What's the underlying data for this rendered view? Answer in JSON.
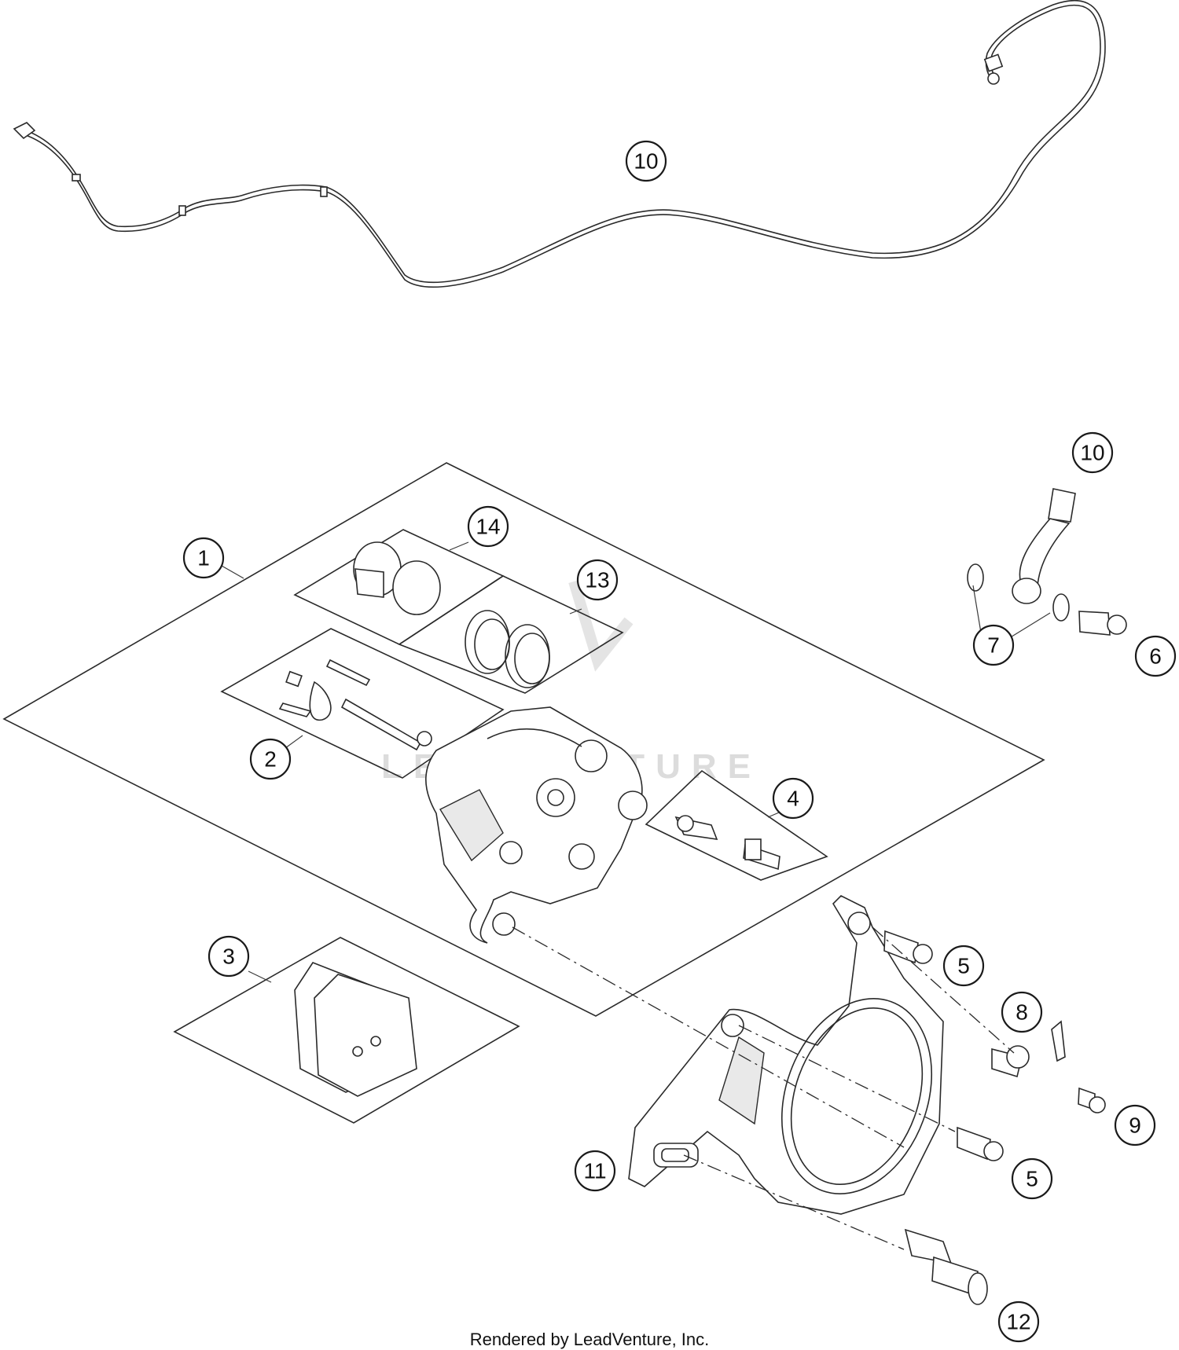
{
  "callouts": [
    {
      "label": "10"
    },
    {
      "label": "10"
    },
    {
      "label": "1"
    },
    {
      "label": "14"
    },
    {
      "label": "13"
    },
    {
      "label": "7"
    },
    {
      "label": "6"
    },
    {
      "label": "2"
    },
    {
      "label": "4"
    },
    {
      "label": "3"
    },
    {
      "label": "5"
    },
    {
      "label": "8"
    },
    {
      "label": "9"
    },
    {
      "label": "5"
    },
    {
      "label": "11"
    },
    {
      "label": "12"
    }
  ],
  "watermark": "LEADVENTURE",
  "footer": "Rendered by LeadVenture, Inc."
}
